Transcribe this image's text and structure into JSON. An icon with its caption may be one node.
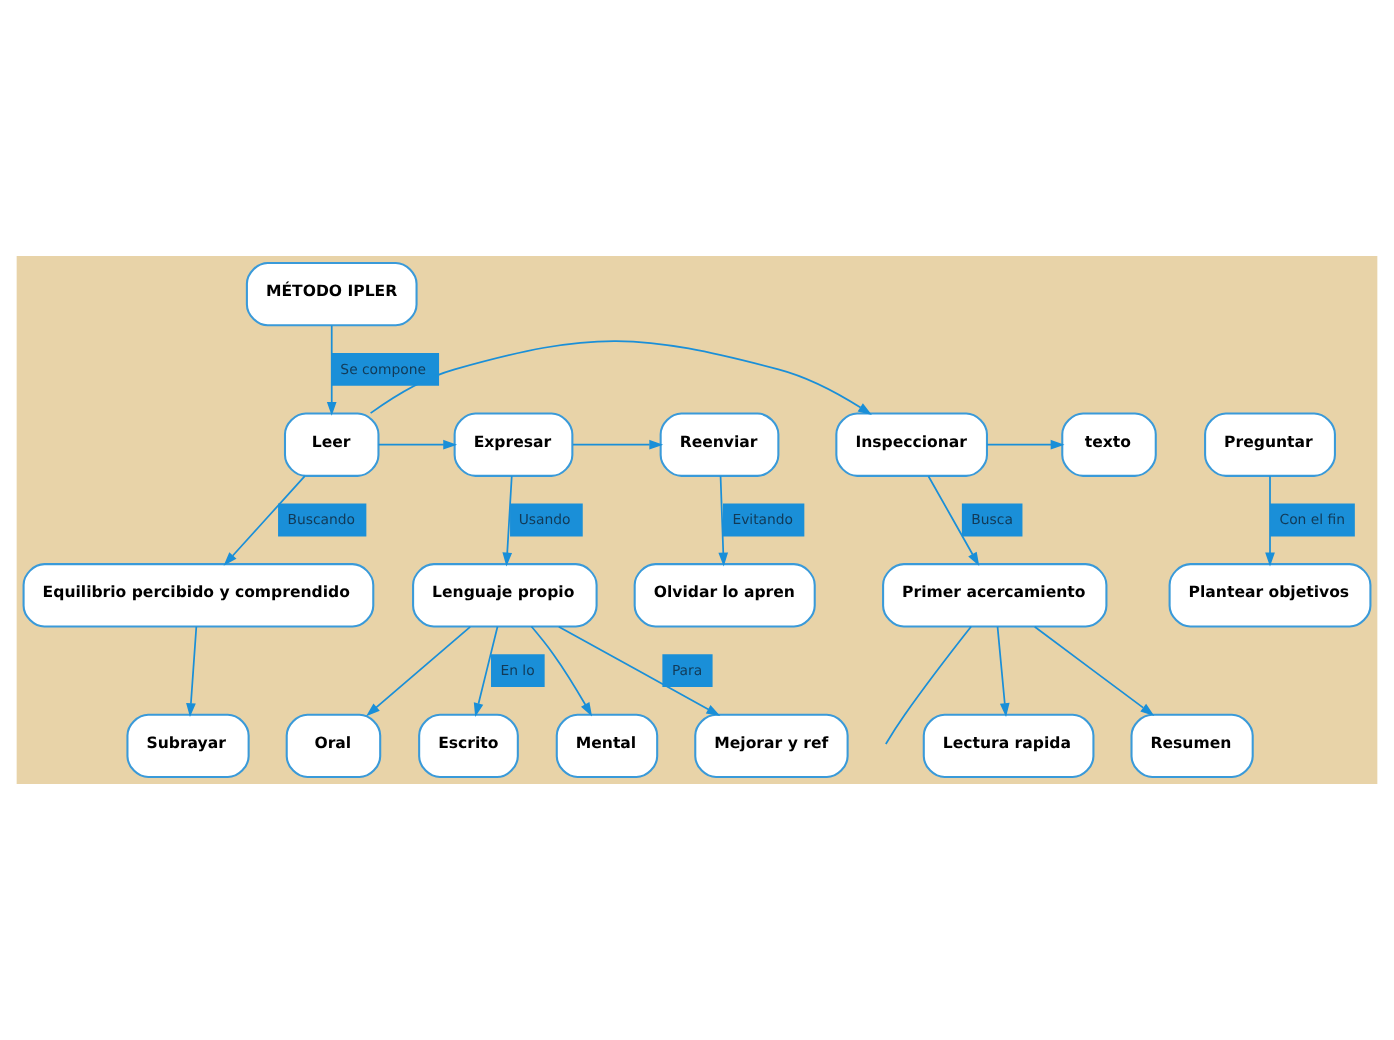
{
  "diagram": {
    "nodes": [
      {
        "text": [
          "MÉTODO IPLER"
        ]
      },
      {
        "text": [
          "texto"
        ]
      },
      {
        "text": [
          "Inspeccionar"
        ]
      },
      {
        "text": [
          "Preguntar"
        ]
      },
      {
        "text": [
          "Leer"
        ]
      },
      {
        "text": [
          "Expresar"
        ]
      },
      {
        "text": [
          "Reenviar"
        ]
      },
      {
        "text": [
          "Primer acercamiento"
        ]
      },
      {
        "text": [
          "Plantear objetivos"
        ]
      },
      {
        "text": [
          "Equilibrio percibido y comprendido"
        ]
      },
      {
        "text": [
          "Olvidar lo apren"
        ]
      },
      {
        "text": [
          "Lectura rapida"
        ]
      },
      {
        "text": [
          "Resumen"
        ]
      },
      {
        "text": [
          "Subrayar"
        ]
      },
      {
        "text": [
          "Lenguaje propio"
        ]
      },
      {
        "text": [
          "Mejorar y ref"
        ]
      },
      {
        "text": [
          "Oral"
        ]
      },
      {
        "text": [
          "Escrito"
        ]
      },
      {
        "text": [
          "Mental"
        ]
      }
    ],
    "edges": [
      {
        "from": 0,
        "to": 4,
        "arrow": "to",
        "label": "Se compone"
      },
      {
        "from": 4,
        "to": 2,
        "arrow": "to"
      },
      {
        "from": 2,
        "to": 1,
        "arrow": "to"
      },
      {
        "from": 4,
        "to": 5,
        "arrow": "to"
      },
      {
        "from": 5,
        "to": 6,
        "arrow": "to"
      },
      {
        "from": 2,
        "to": 7,
        "arrow": "to",
        "label": "Busca"
      },
      {
        "from": 3,
        "to": 8,
        "arrow": "to",
        "label": "Con el fin"
      },
      {
        "from": 4,
        "to": 9,
        "arrow": "to",
        "label": "Buscando"
      },
      {
        "from": 6,
        "to": 10,
        "arrow": "to",
        "label": "Evitando"
      },
      {
        "from": 5,
        "to": 14,
        "arrow": "to",
        "label": "Usando"
      },
      {
        "from": 7,
        "to": null,
        "arrow": "none"
      },
      {
        "from": 7,
        "to": 11,
        "arrow": "to"
      },
      {
        "from": 7,
        "to": 12,
        "arrow": "to"
      },
      {
        "from": 9,
        "to": 13,
        "arrow": "to"
      },
      {
        "from": 14,
        "to": 16,
        "arrow": "to"
      },
      {
        "from": 14,
        "to": 17,
        "arrow": "to",
        "label": "En lo"
      },
      {
        "from": 14,
        "to": 18,
        "arrow": "to"
      },
      {
        "from": 14,
        "to": 15,
        "arrow": "to",
        "label": "Para"
      }
    ]
  }
}
